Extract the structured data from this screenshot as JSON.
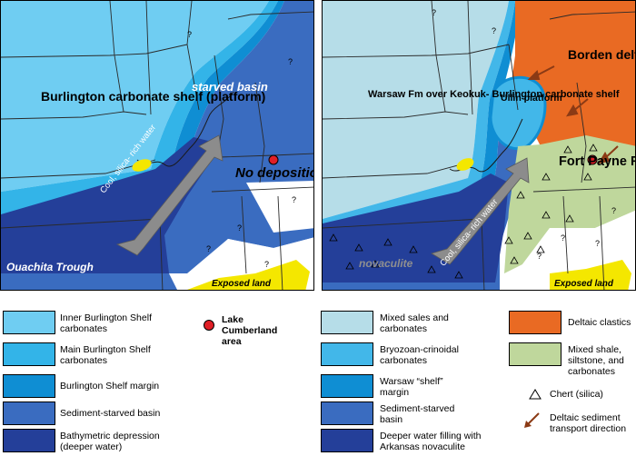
{
  "colors": {
    "inner_shelf": "#6fcdf2",
    "main_shelf": "#33b4e8",
    "shelf_margin": "#0f8ed3",
    "starved_basin": "#3a6cc0",
    "deep": "#243f99",
    "mixed_sales": "#b6dde8",
    "bryozoan": "#42b7e9",
    "deltaic": "#e96a23",
    "mixed_shale": "#bfd79c",
    "exposed_land": "#f4e700",
    "lake_marker": "#e01f26",
    "arrow": "#8c8c8c",
    "delta_arrow": "#8b3a15"
  },
  "left_map": {
    "labels": {
      "burlington": "Burlington\ncarbonate shelf\n(platform)",
      "starved_basin": "starved\nbasin",
      "no_deposition": "No\ndeposition",
      "arrow_text": "Cool, silica- rich water",
      "ouachita": "Ouachita Trough",
      "exposed_land": "Exposed land"
    },
    "question_marks": [
      "?",
      "?",
      "?",
      "?",
      "?",
      "?"
    ]
  },
  "right_map": {
    "labels": {
      "warsaw": "Warsaw Fm\nover Keokuk-\nBurlington\ncarbonate\nshelf",
      "borden": "Borden\ndelta\ncomplex",
      "ullin": "Ullin\nplatform",
      "fort_payne": "Fort\nPayne\nFormation",
      "arrow_text": "Cool, silica- rich water",
      "novaculite": "novaculite",
      "exposed_land": "Exposed land"
    },
    "question_marks": [
      "?",
      "?",
      "?",
      "?",
      "?",
      "?"
    ]
  },
  "legend": {
    "left": [
      {
        "label": "Inner Burlington Shelf\ncarbonates",
        "color": "#6fcdf2"
      },
      {
        "label": "Main Burlington Shelf\ncarbonates",
        "color": "#33b4e8"
      },
      {
        "label": "Burlington Shelf margin",
        "color": "#0f8ed3"
      },
      {
        "label": "Sediment-starved basin",
        "color": "#3a6cc0"
      },
      {
        "label": "Bathymetric depression\n(deeper water)",
        "color": "#243f99"
      }
    ],
    "lake_label": "Lake\nCumberland\narea",
    "middle": [
      {
        "label": "Mixed sales and\ncarbonates",
        "color": "#b6dde8"
      },
      {
        "label": "Bryozoan-crinoidal\ncarbonates",
        "color": "#42b7e9"
      },
      {
        "label": "Warsaw “shelf”\nmargin",
        "color": "#0f8ed3"
      },
      {
        "label": "Sediment-starved\nbasin",
        "color": "#3a6cc0"
      },
      {
        "label": "Deeper water filling with\nArkansas novaculite",
        "color": "#243f99"
      }
    ],
    "right": [
      {
        "label": "Deltaic clastics",
        "color": "#e96a23"
      },
      {
        "label": "Mixed shale,\nsiltstone, and\ncarbonates",
        "color": "#bfd79c"
      }
    ],
    "chert_label": "Chert (silica)",
    "transport_label": "Deltaic sediment\ntransport direction"
  }
}
